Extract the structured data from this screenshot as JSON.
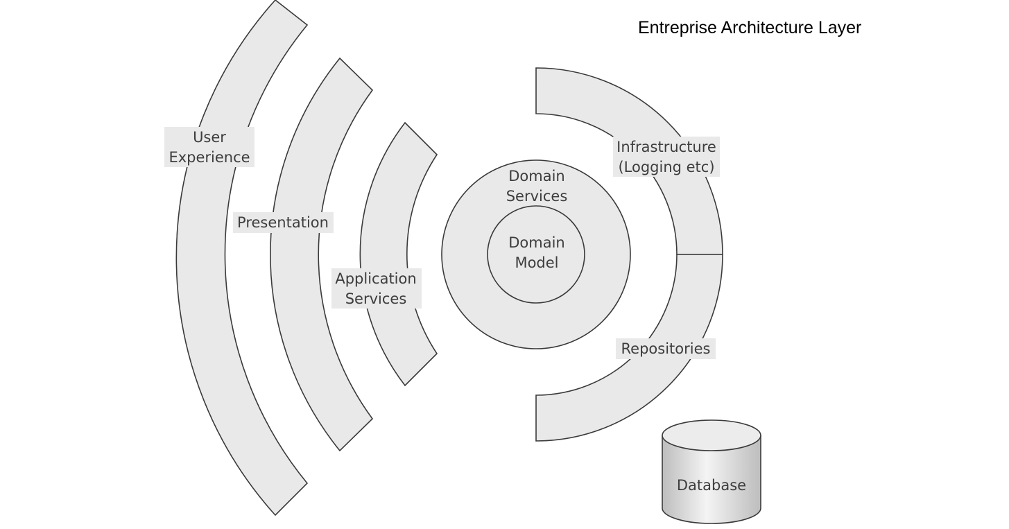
{
  "title": "Entreprise Architecture Layer",
  "layers": {
    "user_experience": [
      "User",
      "Experience"
    ],
    "presentation": "Presentation",
    "application_services": [
      "Application",
      "Services"
    ],
    "domain_services": [
      "Domain",
      "Services"
    ],
    "domain_model": [
      "Domain",
      "Model"
    ],
    "infrastructure": [
      "Infrastructure",
      "(Logging etc)"
    ],
    "repositories": "Repositories",
    "database": "Database"
  },
  "colors": {
    "fill": "#e9e9e9",
    "stroke": "#3a3a3a",
    "label": "#3d3d3d",
    "title": "#000000"
  }
}
